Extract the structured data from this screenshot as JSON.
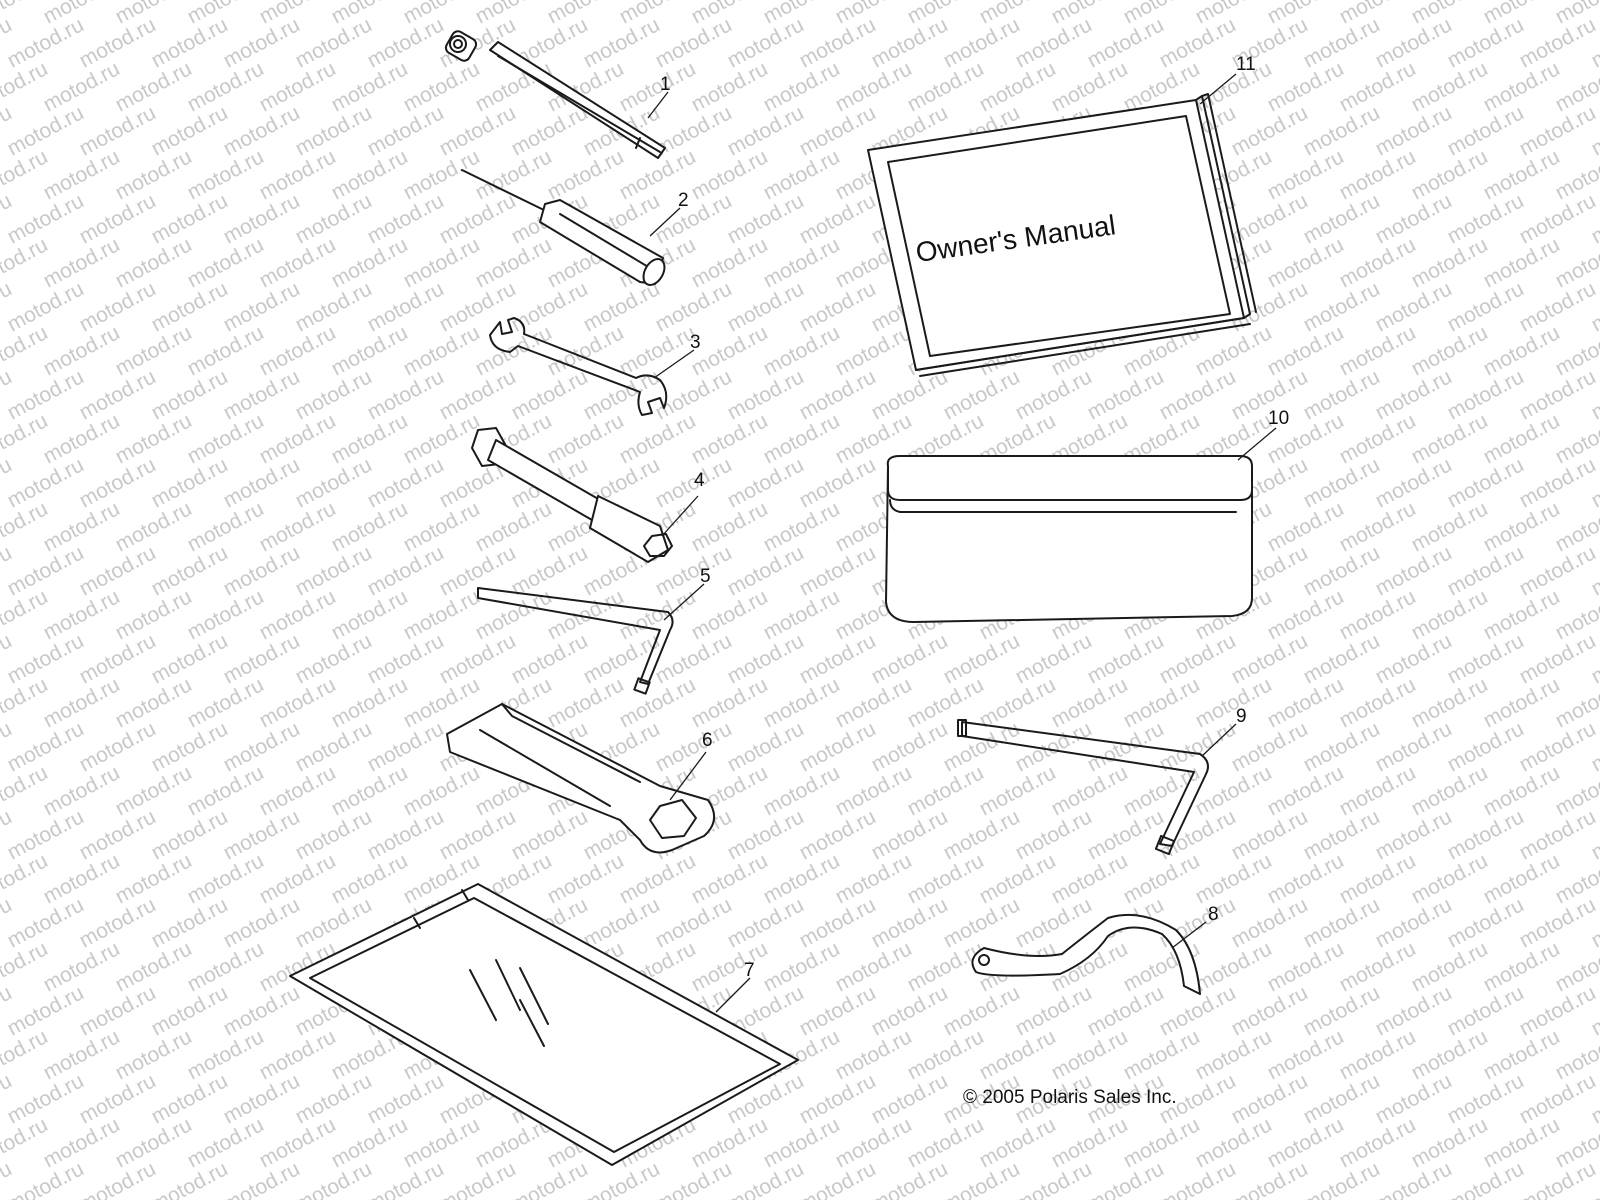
{
  "watermark": {
    "text": "motod.ru"
  },
  "manual_cover_text": "Owner's Manual",
  "callouts": [
    {
      "id": 1,
      "label": "1",
      "part": "tire-pressure-gauge"
    },
    {
      "id": 2,
      "label": "2",
      "part": "screwdriver"
    },
    {
      "id": 3,
      "label": "3",
      "part": "open-end-wrench"
    },
    {
      "id": 4,
      "label": "4",
      "part": "spark-plug-socket-wrench"
    },
    {
      "id": 5,
      "label": "5",
      "part": "hex-key"
    },
    {
      "id": 6,
      "label": "6",
      "part": "belt-removal-tool"
    },
    {
      "id": 7,
      "label": "7",
      "part": "document-sleeve"
    },
    {
      "id": 8,
      "label": "8",
      "part": "spanner-wrench"
    },
    {
      "id": 9,
      "label": "9",
      "part": "large-hex-key"
    },
    {
      "id": 10,
      "label": "10",
      "part": "tool-pouch"
    },
    {
      "id": 11,
      "label": "11",
      "part": "owners-manual"
    }
  ],
  "copyright": "© 2005 Polaris Sales Inc."
}
